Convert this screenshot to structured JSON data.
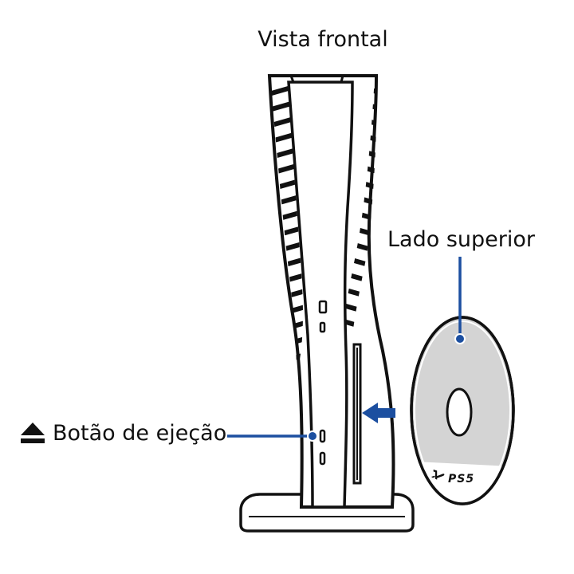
{
  "title": "Vista frontal",
  "callouts": {
    "top_side": "Lado superior",
    "eject_button": "Botão de ejeção"
  },
  "disc_logo_text": "PS5",
  "colors": {
    "callout_line": "#1c4fa0",
    "arrow": "#1c4fa0",
    "outline": "#111111",
    "disc_fill": "#d4d4d4",
    "background": "#ffffff"
  },
  "icons": {
    "eject": "eject-icon",
    "insert_arrow": "arrow-left-icon",
    "ps_logo": "playstation-logo-icon"
  }
}
